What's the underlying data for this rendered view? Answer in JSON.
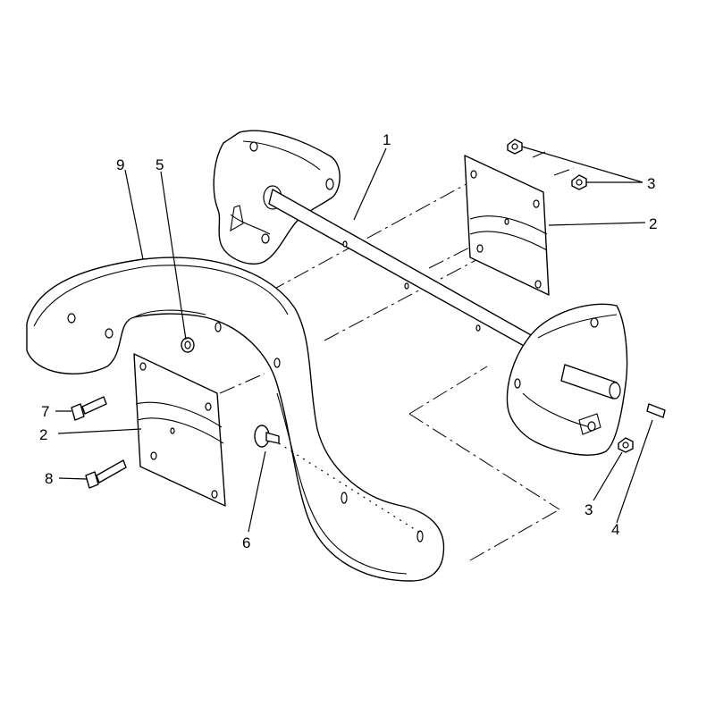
{
  "callouts": [
    {
      "id": "c1",
      "text": "1",
      "part": "impeller-shaft"
    },
    {
      "id": "c2a",
      "text": "2",
      "part": "paddle-right"
    },
    {
      "id": "c2b",
      "text": "2",
      "part": "paddle-left"
    },
    {
      "id": "c3a",
      "text": "3",
      "part": "nut-top"
    },
    {
      "id": "c3b",
      "text": "3",
      "part": "nut-bottom"
    },
    {
      "id": "c4",
      "text": "4",
      "part": "key"
    },
    {
      "id": "c5",
      "text": "5",
      "part": "spacer"
    },
    {
      "id": "c6",
      "text": "6",
      "part": "carriage-bolt"
    },
    {
      "id": "c7",
      "text": "7",
      "part": "bolt-short"
    },
    {
      "id": "c8",
      "text": "8",
      "part": "bolt-long"
    },
    {
      "id": "c9",
      "text": "9",
      "part": "auger-blade"
    }
  ],
  "icons": [
    "impeller-hub-left-icon",
    "impeller-hub-right-icon",
    "shaft-icon",
    "paddle-icon",
    "nut-icon",
    "key-icon",
    "spacer-icon",
    "bolt-icon",
    "carriage-bolt-icon",
    "auger-blade-icon"
  ],
  "colors": {
    "line": "#000000",
    "background": "#ffffff"
  }
}
